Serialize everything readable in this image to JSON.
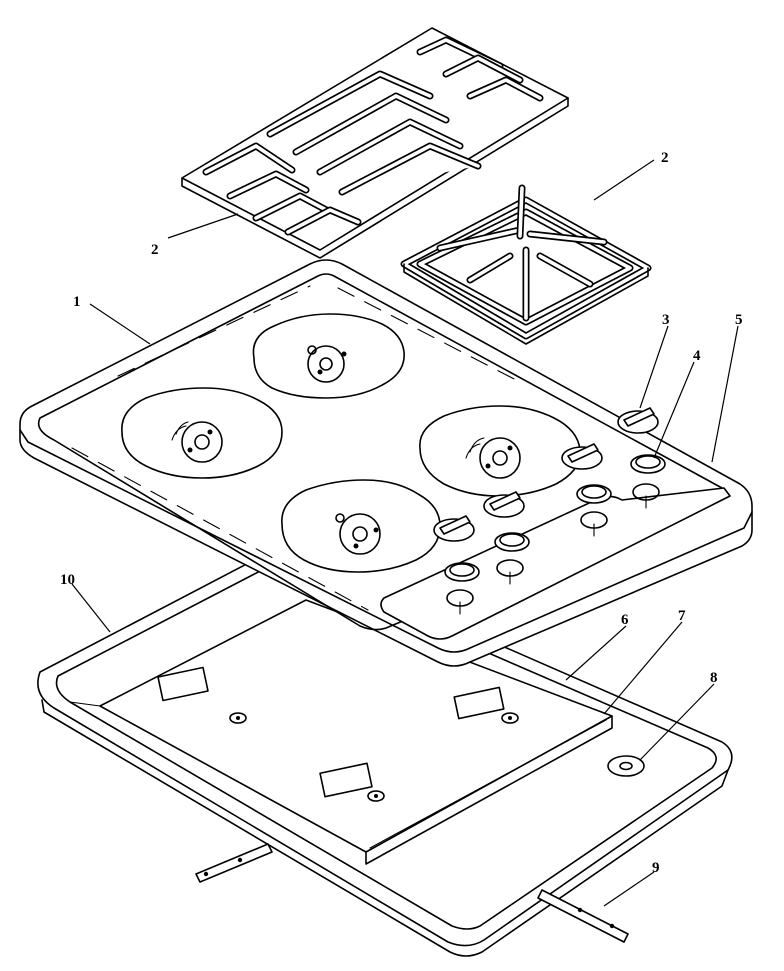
{
  "callouts": [
    {
      "id": "1",
      "label": "1"
    },
    {
      "id": "2a",
      "label": "2"
    },
    {
      "id": "2b",
      "label": "2"
    },
    {
      "id": "3",
      "label": "3"
    },
    {
      "id": "4",
      "label": "4"
    },
    {
      "id": "5",
      "label": "5"
    },
    {
      "id": "6",
      "label": "6"
    },
    {
      "id": "7",
      "label": "7"
    },
    {
      "id": "8",
      "label": "8"
    },
    {
      "id": "9",
      "label": "9"
    },
    {
      "id": "10",
      "label": "10"
    }
  ]
}
